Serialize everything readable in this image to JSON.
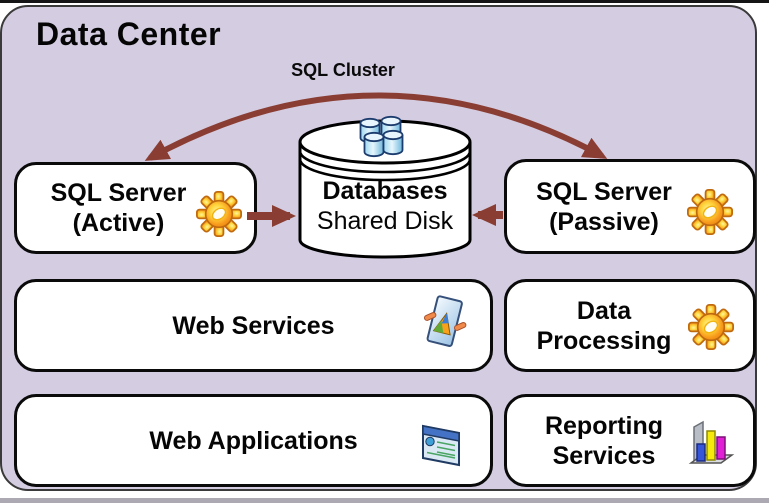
{
  "title": "Data Center",
  "cluster_label": "SQL Cluster",
  "colors": {
    "panel_background": "#d4cce1",
    "node_fill": "#ffffff",
    "node_border": "#0a0a0a",
    "arrow": "#8a3e33",
    "gear_orange": "#f7941d",
    "gear_yellow": "#ffd73e"
  },
  "nodes": {
    "sql_server_active": {
      "line1": "SQL Server",
      "line2": "(Active)",
      "icon": "gear-icon"
    },
    "sql_server_passive": {
      "line1": "SQL Server",
      "line2": "(Passive)",
      "icon": "gear-icon"
    },
    "shared_disk": {
      "line1": "Databases",
      "line2": "Shared Disk",
      "icon": "database-stack-icon"
    },
    "web_services": {
      "label": "Web Services",
      "icon": "web-service-icon"
    },
    "data_processing": {
      "line1": "Data",
      "line2": "Processing",
      "icon": "gear-icon"
    },
    "web_applications": {
      "label": "Web Applications",
      "icon": "web-application-icon"
    },
    "reporting_services": {
      "line1": "Reporting",
      "line2": "Services",
      "icon": "bar-chart-icon"
    }
  },
  "connections": [
    {
      "from": "sql_server_active",
      "to": "sql_server_passive",
      "label": "SQL Cluster",
      "style": "curved-double-headed-arrow"
    },
    {
      "from": "sql_server_active",
      "to": "shared_disk",
      "style": "arrow-right"
    },
    {
      "from": "sql_server_passive",
      "to": "shared_disk",
      "style": "arrow-left"
    }
  ]
}
